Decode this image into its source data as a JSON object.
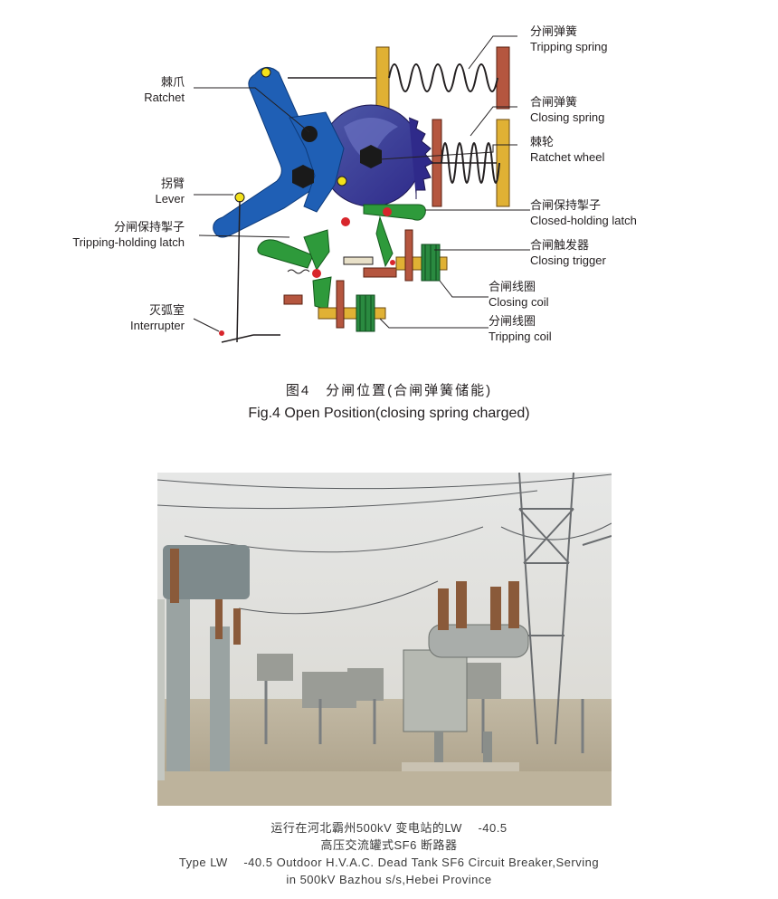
{
  "diagram": {
    "labels": {
      "tripping_spring": {
        "cn": "分闸弹簧",
        "en": "Tripping spring"
      },
      "closing_spring": {
        "cn": "合闸弹簧",
        "en": "Closing spring"
      },
      "ratchet_wheel": {
        "cn": "棘轮",
        "en": "Ratchet wheel"
      },
      "closed_holding_latch": {
        "cn": "合闸保持掣子",
        "en": "Closed-holding latch"
      },
      "closing_trigger": {
        "cn": "合闸触发器",
        "en": "Closing trigger"
      },
      "closing_coil": {
        "cn": "合闸线圈",
        "en": "Closing coil"
      },
      "tripping_coil": {
        "cn": "分闸线圈",
        "en": "Tripping coil"
      },
      "ratchet": {
        "cn": "棘爪",
        "en": "Ratchet"
      },
      "lever": {
        "cn": "拐臂",
        "en": "Lever"
      },
      "tripping_holding_latch": {
        "cn": "分闸保持掣子",
        "en": "Tripping-holding latch"
      },
      "interrupter": {
        "cn": "灭弧室",
        "en": "Interrupter"
      }
    },
    "colors": {
      "arm_blue": "#1f5fb5",
      "wheel_purple": "#4a3fa8",
      "spring_plate_yellow": "#e0b134",
      "spring_plate_brown": "#b5563f",
      "latch_green": "#2e9a3b",
      "coil_green": "#2a8a40",
      "pin_red": "#d8262c",
      "pin_yellow": "#f3e11b"
    }
  },
  "figure_caption": {
    "cn": "图4　分闸位置(合闸弹簧储能)",
    "en": "Fig.4  Open Position(closing spring charged)"
  },
  "photo_caption": {
    "line1": "运行在河北霸州500kV 变电站的LW　 -40.5",
    "line2": "高压交流罐式SF6 断路器",
    "line3": "Type LW　 -40.5 Outdoor H.V.A.C. Dead Tank SF6 Circuit Breaker,Serving",
    "line4": "in 500kV Bazhou s/s,Hebei Province"
  }
}
